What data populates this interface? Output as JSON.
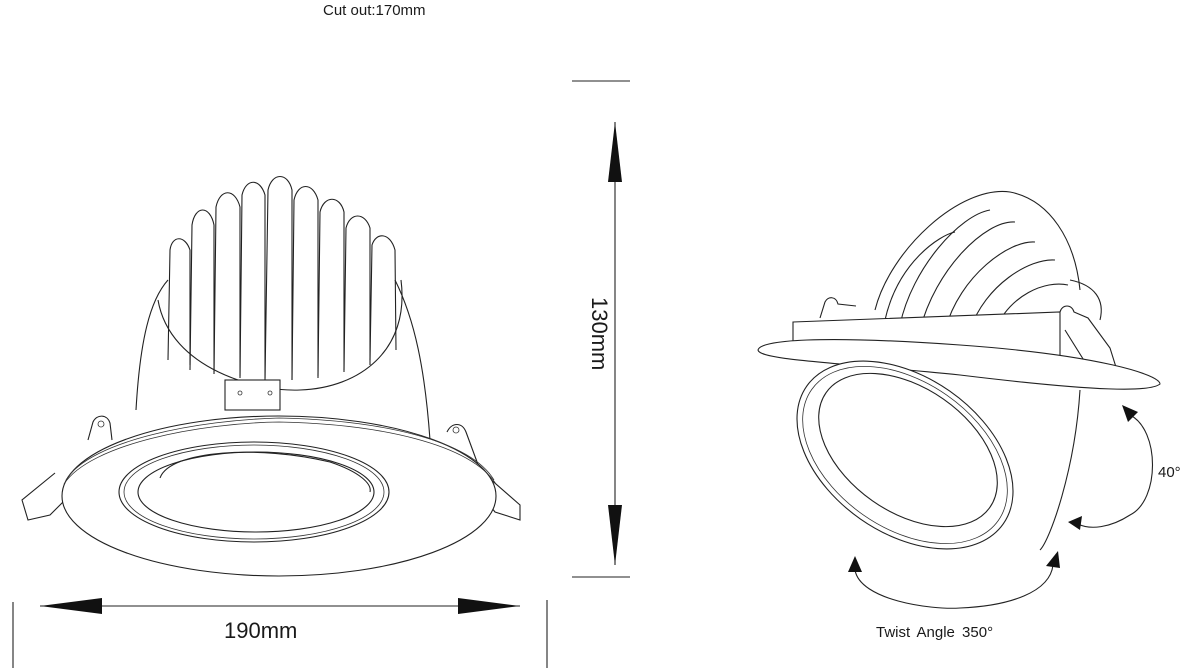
{
  "title": "Recessed Adjustable LED Downlight — Dimension Drawing",
  "labels": {
    "cut_out": "Cut out:170mm",
    "width": "190mm",
    "height": "130mm",
    "tilt_angle": "40°",
    "twist_angle": "Twist Angle 350°"
  },
  "dimensions": {
    "cut_out_mm": 170,
    "width_mm": 190,
    "height_mm": 130,
    "tilt_deg": 40,
    "twist_deg": 350
  },
  "views": [
    {
      "name": "front-view",
      "description": "Downlight front elevation with finned heatsink"
    },
    {
      "name": "tilted-view",
      "description": "Downlight perspective with tilted gimbal"
    }
  ]
}
